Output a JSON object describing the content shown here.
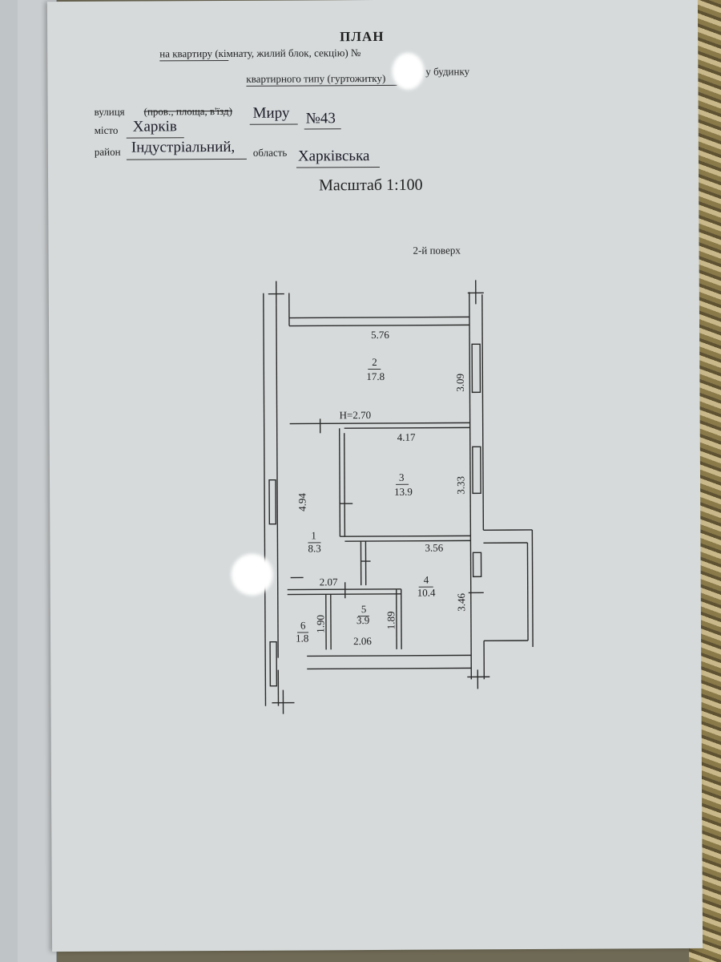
{
  "header": {
    "title": "ПЛАН",
    "line1": "на квартиру (кімнату, жилий блок, секцію) №",
    "line1_tail": "у будинку",
    "line2": "квартирного типу (гуртожитку)"
  },
  "address": {
    "street_label": "вулиця",
    "street_type": "(пров., площа, в'їзд)",
    "street_value": "Миру",
    "number_label": "№",
    "number_value": "43",
    "city_label": "місто",
    "city_value": "Харків",
    "district_label": "район",
    "district_value": "Індустріальний,",
    "region_label": "область",
    "region_value": "Харківська"
  },
  "scale": "Масштаб 1:100",
  "floor": "2-й поверх",
  "plan": {
    "height": "H=2.70",
    "rooms": [
      {
        "id": "2",
        "area": "17.8"
      },
      {
        "id": "3",
        "area": "13.9"
      },
      {
        "id": "1",
        "area": "8.3"
      },
      {
        "id": "4",
        "area": "10.4"
      },
      {
        "id": "5",
        "area": "3.9"
      },
      {
        "id": "6",
        "area": "1.8"
      }
    ],
    "dimensions": [
      "5.76",
      "3.09",
      "4.17",
      "3.33",
      "4.94",
      "3.56",
      "3.46",
      "2.07",
      "1.89",
      "1.90",
      "2.06"
    ]
  }
}
